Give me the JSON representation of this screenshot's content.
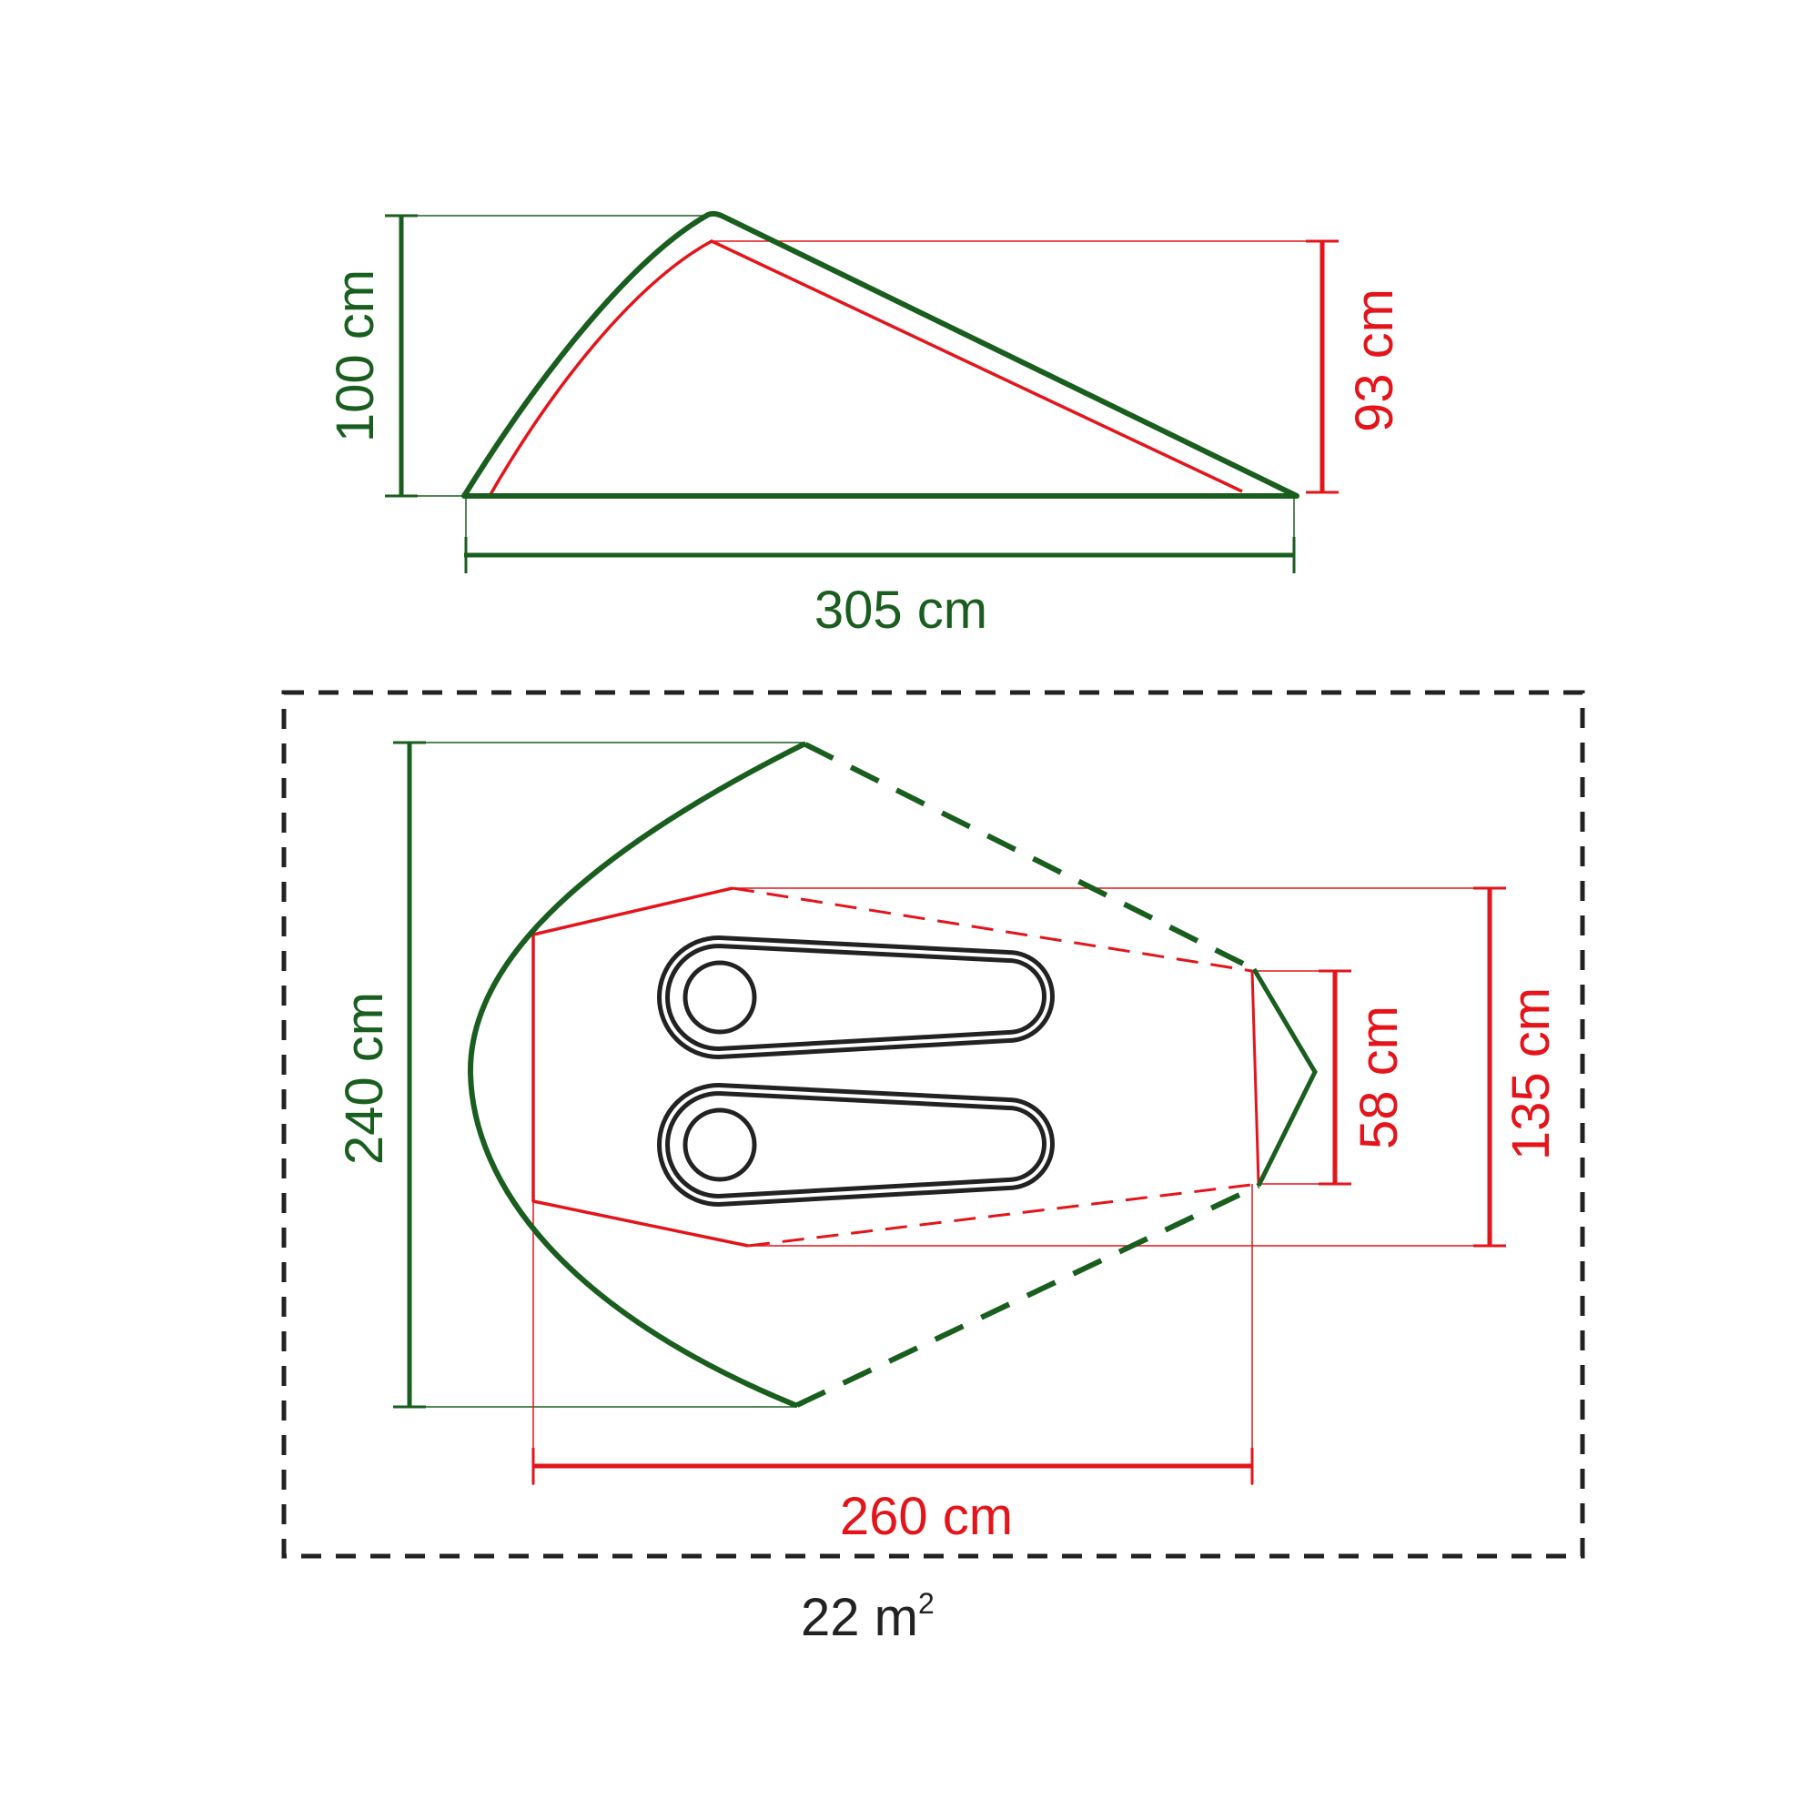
{
  "colors": {
    "outer": "#1a5e1f",
    "inner": "#e3151b",
    "footprint": "#222222",
    "background": "#ffffff"
  },
  "side_view": {
    "height_outer": "100 cm",
    "height_inner": "93 cm",
    "length": "305 cm"
  },
  "top_view": {
    "width_outer": "240 cm",
    "width_inner": "135 cm",
    "door_width": "58 cm",
    "length_inner": "260 cm"
  },
  "area": {
    "value": "22 m",
    "superscript": "2"
  }
}
